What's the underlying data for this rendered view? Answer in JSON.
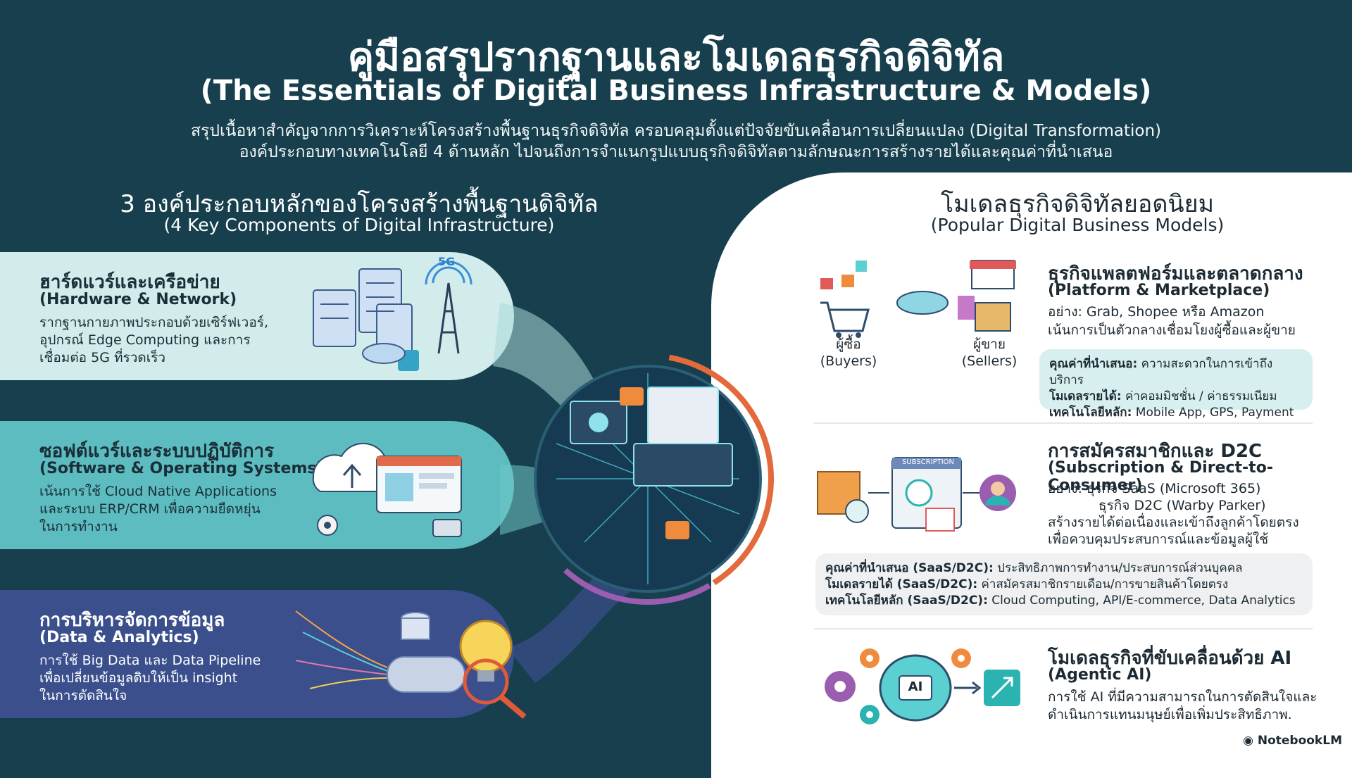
{
  "header": {
    "title_th": "คู่มือสรุปรากฐานและโมเดลธุรกิจดิจิทัล",
    "title_en": "(The Essentials of Digital Business Infrastructure & Models)",
    "subtitle_line1": "สรุปเนื้อหาสำคัญจากการวิเคราะห์โครงสร้างพื้นฐานธุรกิจดิจิทัล ครอบคลุมตั้งแต่ปัจจัยขับเคลื่อนการเปลี่ยนแปลง (Digital Transformation)",
    "subtitle_line2": "องค์ประกอบทางเทคโนโลยี 4 ด้านหลัก ไปจนถึงการจำแนกรูปแบบธุรกิจดิจิทัลตามลักษณะการสร้างรายได้และคุณค่าที่นำเสนอ"
  },
  "left": {
    "heading_th": "3 องค์ประกอบหลักของโครงสร้างพื้นฐานดิจิทัล",
    "heading_en": "(4 Key Components of Digital Infrastructure)",
    "items": [
      {
        "title_th": "ฮาร์ดแวร์และเครือข่าย",
        "title_en": "(Hardware & Network)",
        "desc1": "รากฐานกายภาพประกอบด้วยเซิร์ฟเวอร์,",
        "desc2": "อุปกรณ์ Edge Computing และการ",
        "desc3": "เชื่อมต่อ 5G ที่รวดเร็ว",
        "badge": "5G"
      },
      {
        "title_th": "ซอฟต์แวร์และระบบปฏิบัติการ",
        "title_en": "(Software & Operating Systems)",
        "desc1": "เน้นการใช้ Cloud Native Applications",
        "desc2": "และระบบ ERP/CRM เพื่อความยืดหยุ่น",
        "desc3": "ในการทำงาน"
      },
      {
        "title_th": "การบริหารจัดการข้อมูล",
        "title_en": "(Data & Analytics)",
        "desc1": "การใช้ Big Data และ Data Pipeline",
        "desc2": "เพื่อเปลี่ยนข้อมูลดิบให้เป็น insight",
        "desc3": "ในการตัดสินใจ"
      }
    ]
  },
  "right": {
    "heading_th": "โมเดลธุรกิจดิจิทัลยอดนิยม",
    "heading_en": "(Popular Digital Business Models)",
    "platform": {
      "title_th": "ธุรกิจแพลตฟอร์มและตลาดกลาง",
      "title_en": "(Platform & Marketplace)",
      "example": "อย่าง: Grab, Shopee หรือ Amazon",
      "focus": "เน้นการเป็นตัวกลางเชื่อมโยงผู้ซื้อและผู้ขาย",
      "buyers_th": "ผู้ซื้อ",
      "buyers_en": "(Buyers)",
      "sellers_th": "ผู้ขาย",
      "sellers_en": "(Sellers)",
      "note_value_label": "คุณค่าที่นำเสนอ:",
      "note_value": " ความสะดวกในการเข้าถึงบริการ",
      "note_revenue_label": "โมเดลรายได้:",
      "note_revenue": " ค่าคอมมิชชั่น / ค่าธรรมเนียม",
      "note_tech_label": "เทคโนโลยีหลัก:",
      "note_tech": " Mobile App, GPS, Payment"
    },
    "subscription": {
      "title_th": "การสมัครสมาชิกและ D2C",
      "title_en": "(Subscription & Direct-to-Consumer)",
      "example1": "อย่าง: ธุรกิจ SaaS (Microsoft 365)",
      "example2": "ธุรกิจ D2C (Warby Parker)",
      "desc1": "สร้างรายได้ต่อเนื่องและเข้าถึงลูกค้าโดยตรง",
      "desc2": "เพื่อควบคุมประสบการณ์และข้อมูลผู้ใช้",
      "badge": "SUBSCRIPTION",
      "note_value_label": "คุณค่าที่นำเสนอ (SaaS/D2C):",
      "note_value": " ประสิทธิภาพการทำงาน/ประสบการณ์ส่วนบุคคล",
      "note_revenue_label": "โมเดลรายได้ (SaaS/D2C):",
      "note_revenue": " ค่าสมัครสมาชิกรายเดือน/การขายสินค้าโดยตรง",
      "note_tech_label": "เทคโนโลยีหลัก (SaaS/D2C):",
      "note_tech": " Cloud Computing, API/E-commerce, Data Analytics"
    },
    "ai": {
      "title_th": "โมเดลธุรกิจที่ขับเคลื่อนด้วย AI",
      "title_en": "(Agentic AI)",
      "desc1": "การใช้ AI ที่มีความสามารถในการตัดสินใจและ",
      "desc2": "ดำเนินการแทนมนุษย์เพื่อเพิ่มประสิทธิภาพ.",
      "chip": "AI"
    }
  },
  "brand": "NotebookLM",
  "colors": {
    "background": "#173f4d",
    "band1": "#d2ecec",
    "band2": "#5dbcbf",
    "band3": "#3a4f8c",
    "accent_orange": "#f08a3c",
    "accent_teal": "#2bb3b1"
  }
}
